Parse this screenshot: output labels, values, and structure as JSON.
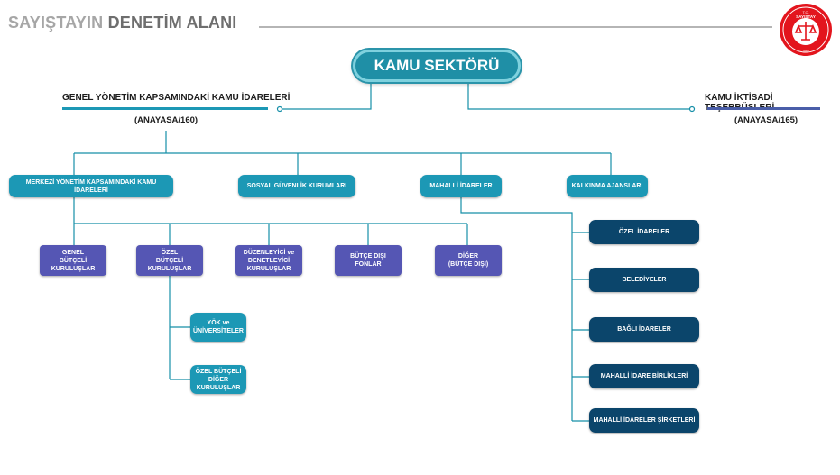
{
  "header": {
    "title_a": "SAYIŞTAYIN ",
    "title_b": "DENETİM ALANI"
  },
  "seal": {
    "top_text": "T.C.",
    "name": "SAYIŞTAY",
    "year": "1862"
  },
  "root": {
    "label": "KAMU SEKTÖRÜ"
  },
  "left_category": {
    "title": "GENEL YÖNETİM KAPSAMINDAKİ KAMU İDARELERİ",
    "sub": "(ANAYASA/160)"
  },
  "right_category": {
    "title": "KAMU İKTİSADİ TEŞEBBÜSLERİ",
    "sub": "(ANAYASA/165)"
  },
  "level2": [
    {
      "label": "MERKEZİ YÖNETİM KAPSAMINDAKİ KAMU İDARELERİ"
    },
    {
      "label": "SOSYAL GÜVENLİK KURUMLARI"
    },
    {
      "label": "MAHALLİ İDARELER"
    },
    {
      "label": "KALKINMA AJANSLARI"
    }
  ],
  "level3": [
    {
      "label": "GENEL\nBÜTÇELİ\nKURULUŞLAR"
    },
    {
      "label": "ÖZEL\nBÜTÇELİ\nKURULUŞLAR"
    },
    {
      "label": "DÜZENLEYİCİ ve\nDENETLEYİCİ\nKURULUŞLAR"
    },
    {
      "label": "BÜTÇE DIŞI\nFONLAR"
    },
    {
      "label": "DİĞER\n(BÜTÇE DIŞI)"
    }
  ],
  "level4": [
    {
      "label": "YÖK ve\nÜNİVERSİTELER"
    },
    {
      "label": "ÖZEL BÜTÇELİ\nDİĞER KURULUŞLAR"
    }
  ],
  "local": [
    {
      "label": "ÖZEL İDARELER"
    },
    {
      "label": "BELEDİYELER"
    },
    {
      "label": "BAĞLI İDARELER"
    },
    {
      "label": "MAHALLİ İDARE BİRLİKLERİ"
    },
    {
      "label": "MAHALLİ İDARELER ŞİRKETLERİ"
    }
  ],
  "colors": {
    "teal": "#1c98b5",
    "purple": "#5556b4",
    "navy": "#0b456b",
    "line": "#168fa8"
  }
}
